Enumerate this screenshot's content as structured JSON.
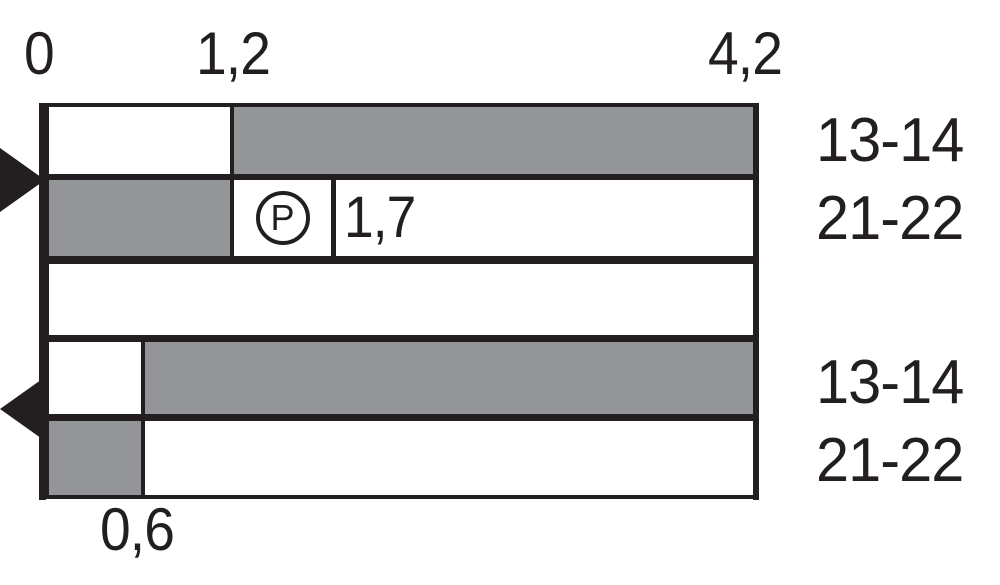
{
  "chart_data": {
    "type": "bar",
    "title": "",
    "xlabel": "",
    "ylabel": "",
    "orientation": "horizontal",
    "xlim": [
      0,
      4.2
    ],
    "grid": false,
    "axis_ticks": [
      {
        "label": "0",
        "value": 0.0
      },
      {
        "label": "1,2",
        "value": 1.2
      },
      {
        "label": "4,2",
        "value": 4.2
      },
      {
        "label": "0,6",
        "value": 0.6
      }
    ],
    "groups": [
      {
        "marker": "arrow-right",
        "series": [
          {
            "label": "13-14",
            "white_value": 1.2,
            "gray_value": 3.0,
            "filled_from": 1.2,
            "filled_to": 4.2,
            "value": 4.2
          },
          {
            "label": "21-22",
            "gray_value": 1.2,
            "filled_from": 0.0,
            "filled_to": 1.2,
            "value": 1.2,
            "annotation": {
              "badge": "P",
              "value_label": "1,7"
            }
          }
        ]
      },
      {
        "marker": "arrow-left",
        "series": [
          {
            "label": "13-14",
            "white_value": 0.6,
            "gray_value": 3.6,
            "filled_from": 0.6,
            "filled_to": 4.2,
            "value": 4.2
          },
          {
            "label": "21-22",
            "gray_value": 0.6,
            "filled_from": 0.0,
            "filled_to": 0.6,
            "value": 0.6
          }
        ]
      }
    ],
    "colors": {
      "fill": "#939598",
      "empty": "#ffffff",
      "stroke": "#231f20"
    }
  },
  "axis": {
    "tick_0": "0",
    "tick_1_2": "1,2",
    "tick_4_2": "4,2",
    "tick_0_6": "0,6"
  },
  "annotation": {
    "badge_letter": "P",
    "value": "1,7"
  },
  "labels": {
    "group1_row1": "13-14",
    "group1_row2": "21-22",
    "group2_row1": "13-14",
    "group2_row2": "21-22"
  },
  "markers": {
    "top": "arrow-right-icon",
    "bottom": "arrow-left-icon"
  }
}
